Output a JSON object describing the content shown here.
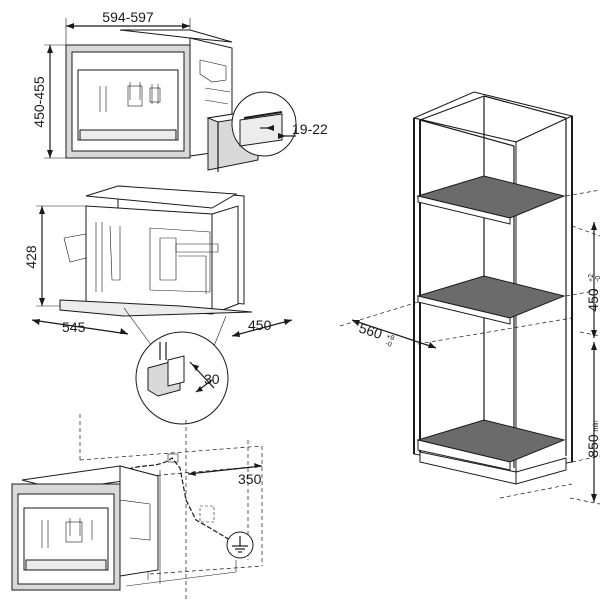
{
  "dimensions": {
    "front_width": "594-597",
    "front_height": "450-455",
    "panel_thickness": "19-22",
    "body_height": "428",
    "body_depth": "545",
    "body_width": "450",
    "detail_offset": "30",
    "cable_distance": "350",
    "cabinet_depth": "560",
    "cabinet_depth_tol": "+8",
    "cabinet_depth_tol2": "-0",
    "niche_height": "450",
    "niche_height_tol": "+2",
    "niche_height_tol2": "-0",
    "floor_height": "850",
    "floor_height_suffix": "min"
  },
  "colors": {
    "line": "#1a1a1a",
    "shelf": "#6b6b6b",
    "panel": "#d9d9d9"
  }
}
